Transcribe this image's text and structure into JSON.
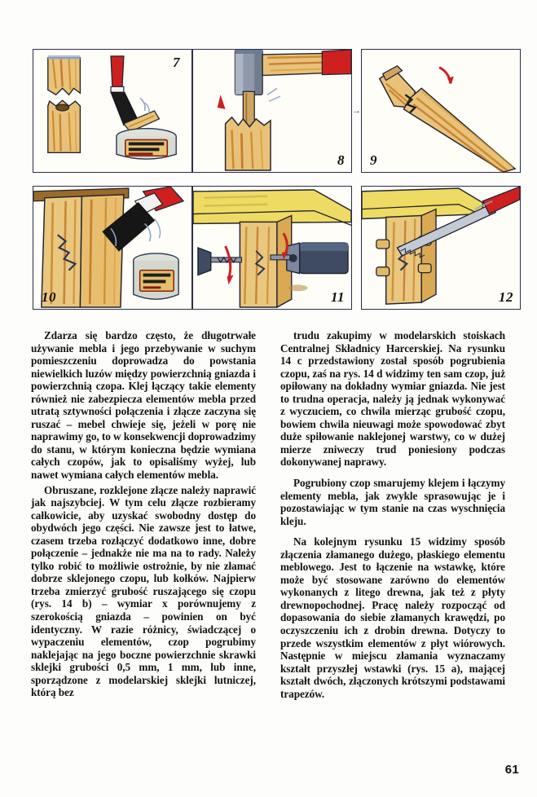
{
  "document": {
    "language": "pl",
    "page_number": "61"
  },
  "figures": {
    "panels": [
      {
        "number": "7",
        "caption_position": "top-right",
        "subject": "brush-applying-glue-to-tenon-and-glue-can"
      },
      {
        "number": "8",
        "caption_position": "bottom-right",
        "subject": "hammer-driving-dowel-into-broken-leg"
      },
      {
        "number": "9",
        "caption_position": "bottom-left",
        "subject": "two-halves-of-broken-rail-being-joined"
      },
      {
        "number": "10",
        "caption_position": "bottom-left",
        "subject": "brush-spreading-glue-on-split-board-with-glue-can"
      },
      {
        "number": "11",
        "caption_position": "bottom-right",
        "subject": "drill-boring-hole-through-table-leg-joint"
      },
      {
        "number": "12",
        "caption_position": "bottom-right",
        "subject": "saw-trimming-dowel-pins-flush-with-leg"
      }
    ],
    "flow_arrow": "→"
  },
  "text": {
    "left_column": [
      "Zdarza się bardzo często, że długotrwałe używanie mebla i jego przebywanie w suchym pomieszczeniu doprowadza do powstania niewielkich luzów między powierzchnią gniazda i powierzchnią czopa. Klej łączący takie elementy również nie zabezpiecza elementów mebla przed utratą sztywności połączenia i złącze zaczyna się ruszać – mebel chwieje się, jeżeli w porę nie naprawimy go, to w konsekwencji doprowadzimy do stanu, w którym konieczna będzie wymiana całych czopów, jak to opisaliśmy wyżej, lub nawet wymiana całych elementów mebla.",
      "Obruszane, rozklejone złącze należy naprawić jak najszybciej. W tym celu złącze rozbieramy całkowicie, aby uzyskać swobodny dostęp do obydwóch jego części. Nie zawsze jest to łatwe, czasem trzeba rozłączyć dodatkowo inne, dobre połączenie – jednakże nie ma na to rady. Należy tylko robić to możliwie ostrożnie, by nie złamać dobrze sklejonego czopu, lub kołków. Najpierw trzeba zmierzyć grubość ruszającego się czopu (rys. 14 b) – wymiar x porównujemy z szerokością gniazda – powinien on być identyczny. W razie różnicy, świadczącej o wypaczeniu elementów, czop pogrubimy naklejając na jego boczne powierzchnie skrawki sklejki grubości 0,5 mm, 1 mm, lub inne, sporządzone z modelarskiej sklejki lutniczej, którą bez"
    ],
    "right_column": [
      "trudu zakupimy w modelarskich stoiskach Centralnej Składnicy Harcerskiej. Na rysunku 14 c przedstawiony został sposób pogrubienia czopu, zaś na rys. 14 d widzimy ten sam czop, już opiłowany na dokładny wymiar gniazda. Nie jest to trudna operacja, należy ją jednak wykonywać z wyczuciem, co chwila mierząc grubość czopu, bowiem chwila nieuwagi może spowodować zbyt duże spiłowanie naklejonej warstwy, co w dużej mierze zniweczy trud poniesiony podczas dokonywanej naprawy.",
      "Pogrubiony czop smarujemy klejem i łączymy elementy mebla, jak zwykle sprasowując je i pozostawiając w tym stanie na czas wyschnięcia kleju.",
      "Na kolejnym rysunku 15 widzimy sposób złączenia złamanego dużego, płaskiego elementu meblowego. Jest to łączenie na wstawkę, które może być stosowane zarówno do elementów wykonanych z litego drewna, jak też z płyty drewnopochodnej. Pracę należy rozpocząć od dopasowania do siebie złamanych krawędzi, po oczyszczeniu ich z drobin drewna. Dotyczy to przede wszystkim elementów z płyt wiórowych. Następnie w miejscu złamania wyznaczamy kształt przyszłej wstawki (rys. 15 a), mającej kształt dwóch, złączonych krótszymi podstawami trapezów."
    ]
  },
  "colors": {
    "paper": "#fdfdfb",
    "ink": "#14140f",
    "panel_border": "#2b2f45",
    "wood_light": "#f0d79a",
    "wood_mid": "#d9a441",
    "wood_dark": "#b5651d",
    "tool_red": "#cc2222",
    "metal_grey": "#8d97a8",
    "metal_dark": "#3a4459",
    "yellow_panel": "#efdc6a",
    "can_silver": "#c9ccc4"
  }
}
